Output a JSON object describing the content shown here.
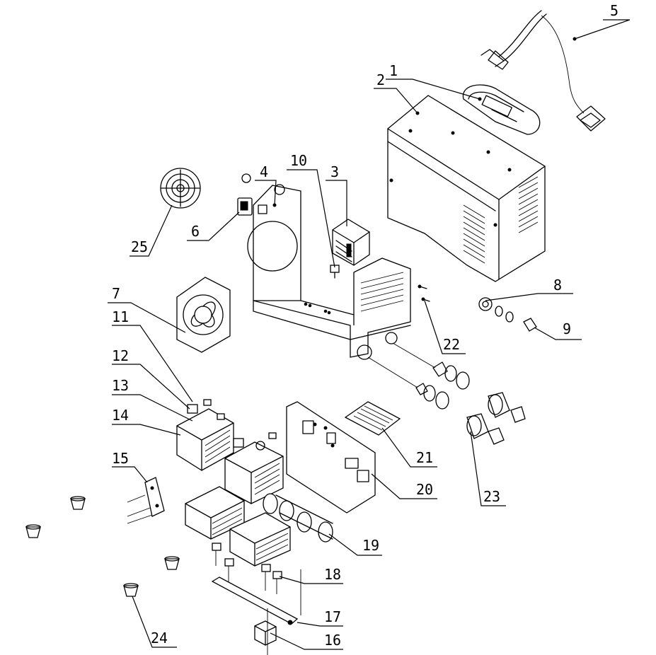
{
  "callouts": [
    {
      "id": "1",
      "name": "callout-1"
    },
    {
      "id": "2",
      "name": "callout-2"
    },
    {
      "id": "3",
      "name": "callout-3"
    },
    {
      "id": "4",
      "name": "callout-4"
    },
    {
      "id": "5",
      "name": "callout-5"
    },
    {
      "id": "6",
      "name": "callout-6"
    },
    {
      "id": "7",
      "name": "callout-7"
    },
    {
      "id": "8",
      "name": "callout-8"
    },
    {
      "id": "9",
      "name": "callout-9"
    },
    {
      "id": "10",
      "name": "callout-10"
    },
    {
      "id": "11",
      "name": "callout-11"
    },
    {
      "id": "12",
      "name": "callout-12"
    },
    {
      "id": "13",
      "name": "callout-13"
    },
    {
      "id": "14",
      "name": "callout-14"
    },
    {
      "id": "15",
      "name": "callout-15"
    },
    {
      "id": "16",
      "name": "callout-16"
    },
    {
      "id": "17",
      "name": "callout-17"
    },
    {
      "id": "18",
      "name": "callout-18"
    },
    {
      "id": "19",
      "name": "callout-19"
    },
    {
      "id": "20",
      "name": "callout-20"
    },
    {
      "id": "21",
      "name": "callout-21"
    },
    {
      "id": "22",
      "name": "callout-22"
    },
    {
      "id": "23",
      "name": "callout-23"
    },
    {
      "id": "24",
      "name": "callout-24"
    },
    {
      "id": "25",
      "name": "callout-25"
    }
  ]
}
